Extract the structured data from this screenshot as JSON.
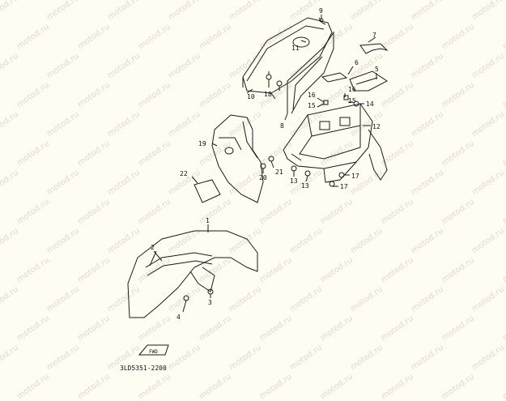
{
  "watermark": "motod.ru",
  "callouts": {
    "c1": "1",
    "c2": "2",
    "c3": "3",
    "c4": "4",
    "c5": "5",
    "c6": "6",
    "c7": "7",
    "c8": "8",
    "c9": "9",
    "c10": "10",
    "c11": "11",
    "c12": "12",
    "c13a": "13",
    "c13b": "13",
    "c14": "14",
    "c15a": "15",
    "c15b": "15",
    "c16a": "16",
    "c16b": "16",
    "c17a": "17",
    "c17b": "17",
    "c18": "18",
    "c19": "19",
    "c20": "20",
    "c21": "21",
    "c22": "22"
  },
  "fwd_label": "FWD",
  "diagram_code": "3LD5351-2200"
}
